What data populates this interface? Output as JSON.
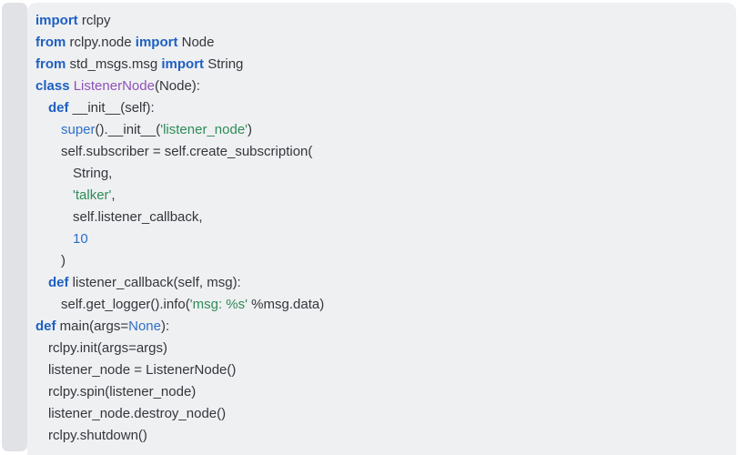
{
  "page": {
    "background": "#ffffff"
  },
  "code_block": {
    "language": "python",
    "panel_background": "#eff0f2",
    "gutter_color": "#e1e2e5",
    "colors": {
      "keyword": "#1d60c2",
      "default": "#35353c",
      "string": "#2e8b57",
      "class_name": "#8f52b8",
      "literal": "#2d6fc9"
    },
    "lines": [
      {
        "indent": 0,
        "tokens": [
          {
            "type": "keyword",
            "text": "import"
          },
          {
            "type": "default",
            "text": " rclpy"
          }
        ]
      },
      {
        "indent": 0,
        "tokens": [
          {
            "type": "keyword",
            "text": "from"
          },
          {
            "type": "default",
            "text": " rclpy.node "
          },
          {
            "type": "keyword",
            "text": "import"
          },
          {
            "type": "default",
            "text": " Node"
          }
        ]
      },
      {
        "indent": 0,
        "tokens": [
          {
            "type": "keyword",
            "text": "from"
          },
          {
            "type": "default",
            "text": " std_msgs.msg "
          },
          {
            "type": "keyword",
            "text": "import"
          },
          {
            "type": "default",
            "text": " String"
          }
        ]
      },
      {
        "indent": 0,
        "tokens": [
          {
            "type": "keyword",
            "text": "class"
          },
          {
            "type": "default",
            "text": " "
          },
          {
            "type": "class",
            "text": "ListenerNode"
          },
          {
            "type": "default",
            "text": "(Node):"
          }
        ]
      },
      {
        "indent": 1,
        "tokens": [
          {
            "type": "keyword",
            "text": "def"
          },
          {
            "type": "default",
            "text": " __init__(self):"
          }
        ]
      },
      {
        "indent": 2,
        "tokens": [
          {
            "type": "literal",
            "text": "super"
          },
          {
            "type": "default",
            "text": "().__init__("
          },
          {
            "type": "string",
            "text": "'listener_node'"
          },
          {
            "type": "default",
            "text": ")"
          }
        ]
      },
      {
        "indent": 2,
        "tokens": [
          {
            "type": "default",
            "text": "self.subscriber = self.create_subscription("
          }
        ]
      },
      {
        "indent": 3,
        "tokens": [
          {
            "type": "default",
            "text": "String,"
          }
        ]
      },
      {
        "indent": 3,
        "tokens": [
          {
            "type": "string",
            "text": "'talker'"
          },
          {
            "type": "default",
            "text": ","
          }
        ]
      },
      {
        "indent": 3,
        "tokens": [
          {
            "type": "default",
            "text": "self.listener_callback,"
          }
        ]
      },
      {
        "indent": 3,
        "tokens": [
          {
            "type": "literal",
            "text": "10"
          }
        ]
      },
      {
        "indent": 2,
        "tokens": [
          {
            "type": "default",
            "text": ")"
          }
        ]
      },
      {
        "indent": 1,
        "tokens": [
          {
            "type": "keyword",
            "text": "def"
          },
          {
            "type": "default",
            "text": " listener_callback(self, msg):"
          }
        ]
      },
      {
        "indent": 2,
        "tokens": [
          {
            "type": "default",
            "text": "self.get_logger().info("
          },
          {
            "type": "string",
            "text": "'msg: %s'"
          },
          {
            "type": "default",
            "text": " %msg.data)"
          }
        ]
      },
      {
        "indent": 0,
        "tokens": [
          {
            "type": "keyword",
            "text": "def"
          },
          {
            "type": "default",
            "text": " main(args="
          },
          {
            "type": "literal",
            "text": "None"
          },
          {
            "type": "default",
            "text": "):"
          }
        ]
      },
      {
        "indent": 1,
        "tokens": [
          {
            "type": "default",
            "text": "rclpy.init(args=args)"
          }
        ]
      },
      {
        "indent": 1,
        "tokens": [
          {
            "type": "default",
            "text": "listener_node = ListenerNode()"
          }
        ]
      },
      {
        "indent": 1,
        "tokens": [
          {
            "type": "default",
            "text": "rclpy.spin(listener_node)"
          }
        ]
      },
      {
        "indent": 1,
        "tokens": [
          {
            "type": "default",
            "text": "listener_node.destroy_node()"
          }
        ]
      },
      {
        "indent": 1,
        "tokens": [
          {
            "type": "default",
            "text": "rclpy.shutdown()"
          }
        ]
      }
    ]
  }
}
